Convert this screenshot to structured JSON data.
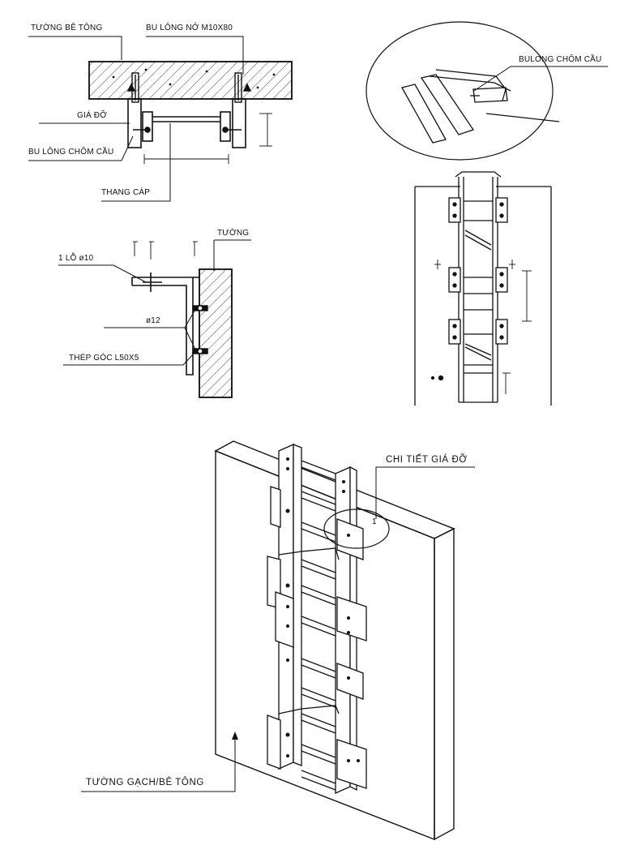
{
  "top_left": {
    "wall_label": "TƯỜNG BÊ TÔNG",
    "anchor_bolt_label": "BU LÔNG NỞ M10X80",
    "bracket_label": "GIÁ ĐỠ",
    "hook_bolt_label": "BU LÔNG CHÔM CẦU",
    "ladder_label": "THANG CÁP"
  },
  "mid_left": {
    "hole_label": "1 LỖ ø10",
    "wall_label": "TƯỜNG",
    "bolt_dia_label": "ø12",
    "angle_label": "THÉP GÓC L50X5"
  },
  "top_right": {
    "hook_bolt_label": "BULONG CHÔM CẦU"
  },
  "bottom": {
    "detail_label": "CHI TIẾT GIÁ ĐỠ",
    "detail_number": "1",
    "wall_label": "TƯỜNG GẠCH/BÊ TÔNG"
  }
}
